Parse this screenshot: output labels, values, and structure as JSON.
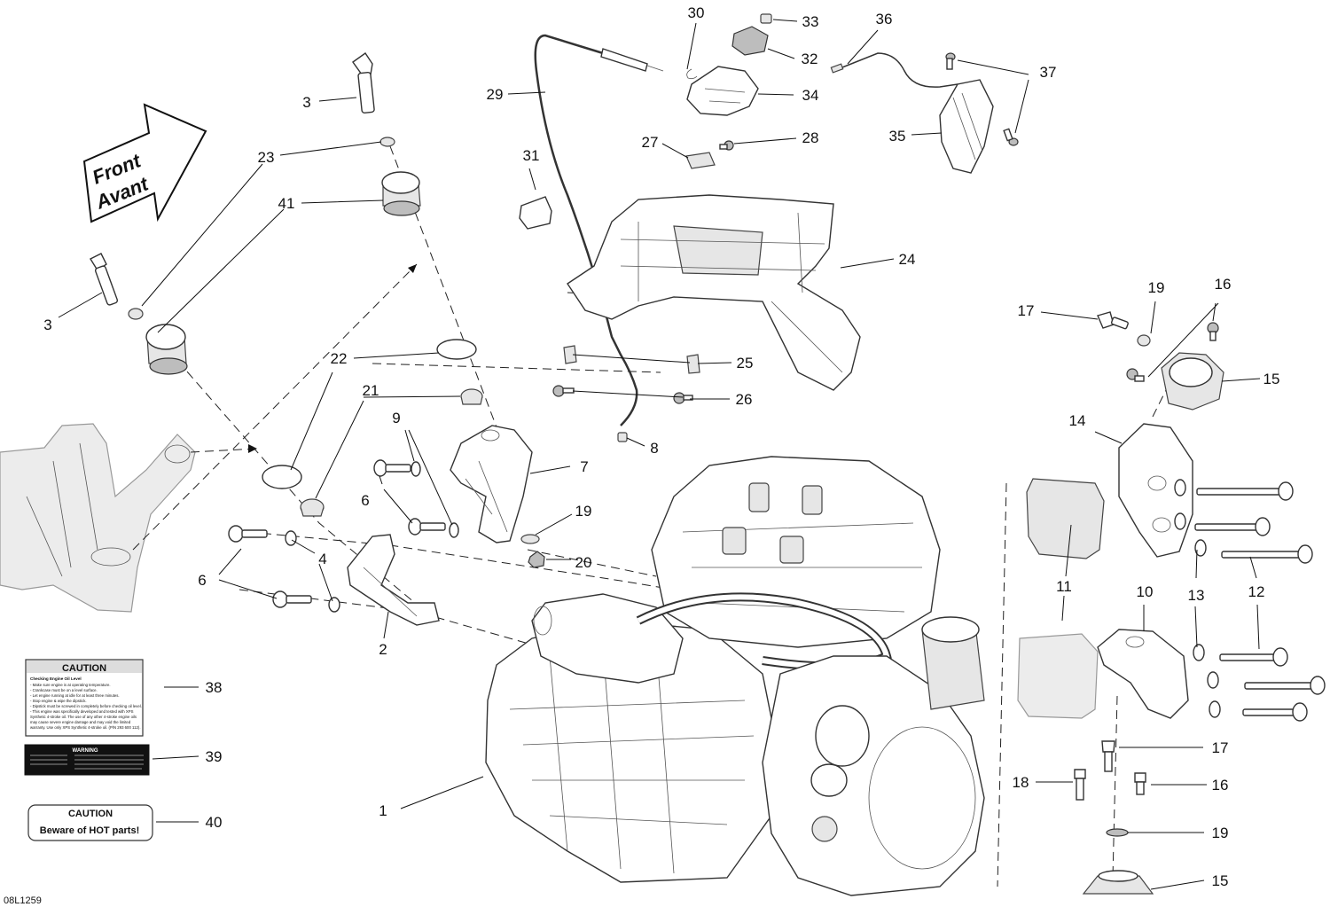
{
  "front_arrow": {
    "line1": "Front",
    "line2": "Avant"
  },
  "drawing_code": "08L1259",
  "callouts": [
    "1",
    "2",
    "3",
    "3",
    "4",
    "6",
    "6",
    "6",
    "7",
    "8",
    "9",
    "10",
    "11",
    "11",
    "12",
    "12",
    "13",
    "14",
    "15",
    "15",
    "16",
    "16",
    "17",
    "17",
    "18",
    "19",
    "19",
    "19",
    "20",
    "21",
    "22",
    "23",
    "24",
    "25",
    "26",
    "27",
    "28",
    "29",
    "30",
    "31",
    "32",
    "33",
    "34",
    "35",
    "36",
    "37",
    "38",
    "39",
    "40",
    "41"
  ],
  "labels": {
    "caution_title": "CAUTION",
    "caution_heading": "Checking Engine Oil Level",
    "caution_lines": [
      "- Make sure engine is at operating temperature.",
      "- Crankcase must be on a level surface.",
      "- Let engine running at idle for at least three minutes.",
      "- Stop engine & wipe the dipstick.",
      "- Dipstick must be screwed in completely before checking oil level.",
      "- This engine was specifically developed and tested with XPS",
      "  Synthetic 4-stroke oil. The use of any other 4-stroke engine oils",
      "  may cause severe engine damage and may void the limited",
      "  warranty. Use only XPS Synthetic 4-stroke oil. (P/N 293 600 112)."
    ],
    "warning_title": "WARNING",
    "hot_title": "CAUTION",
    "hot_text": "Beware of HOT parts!"
  }
}
